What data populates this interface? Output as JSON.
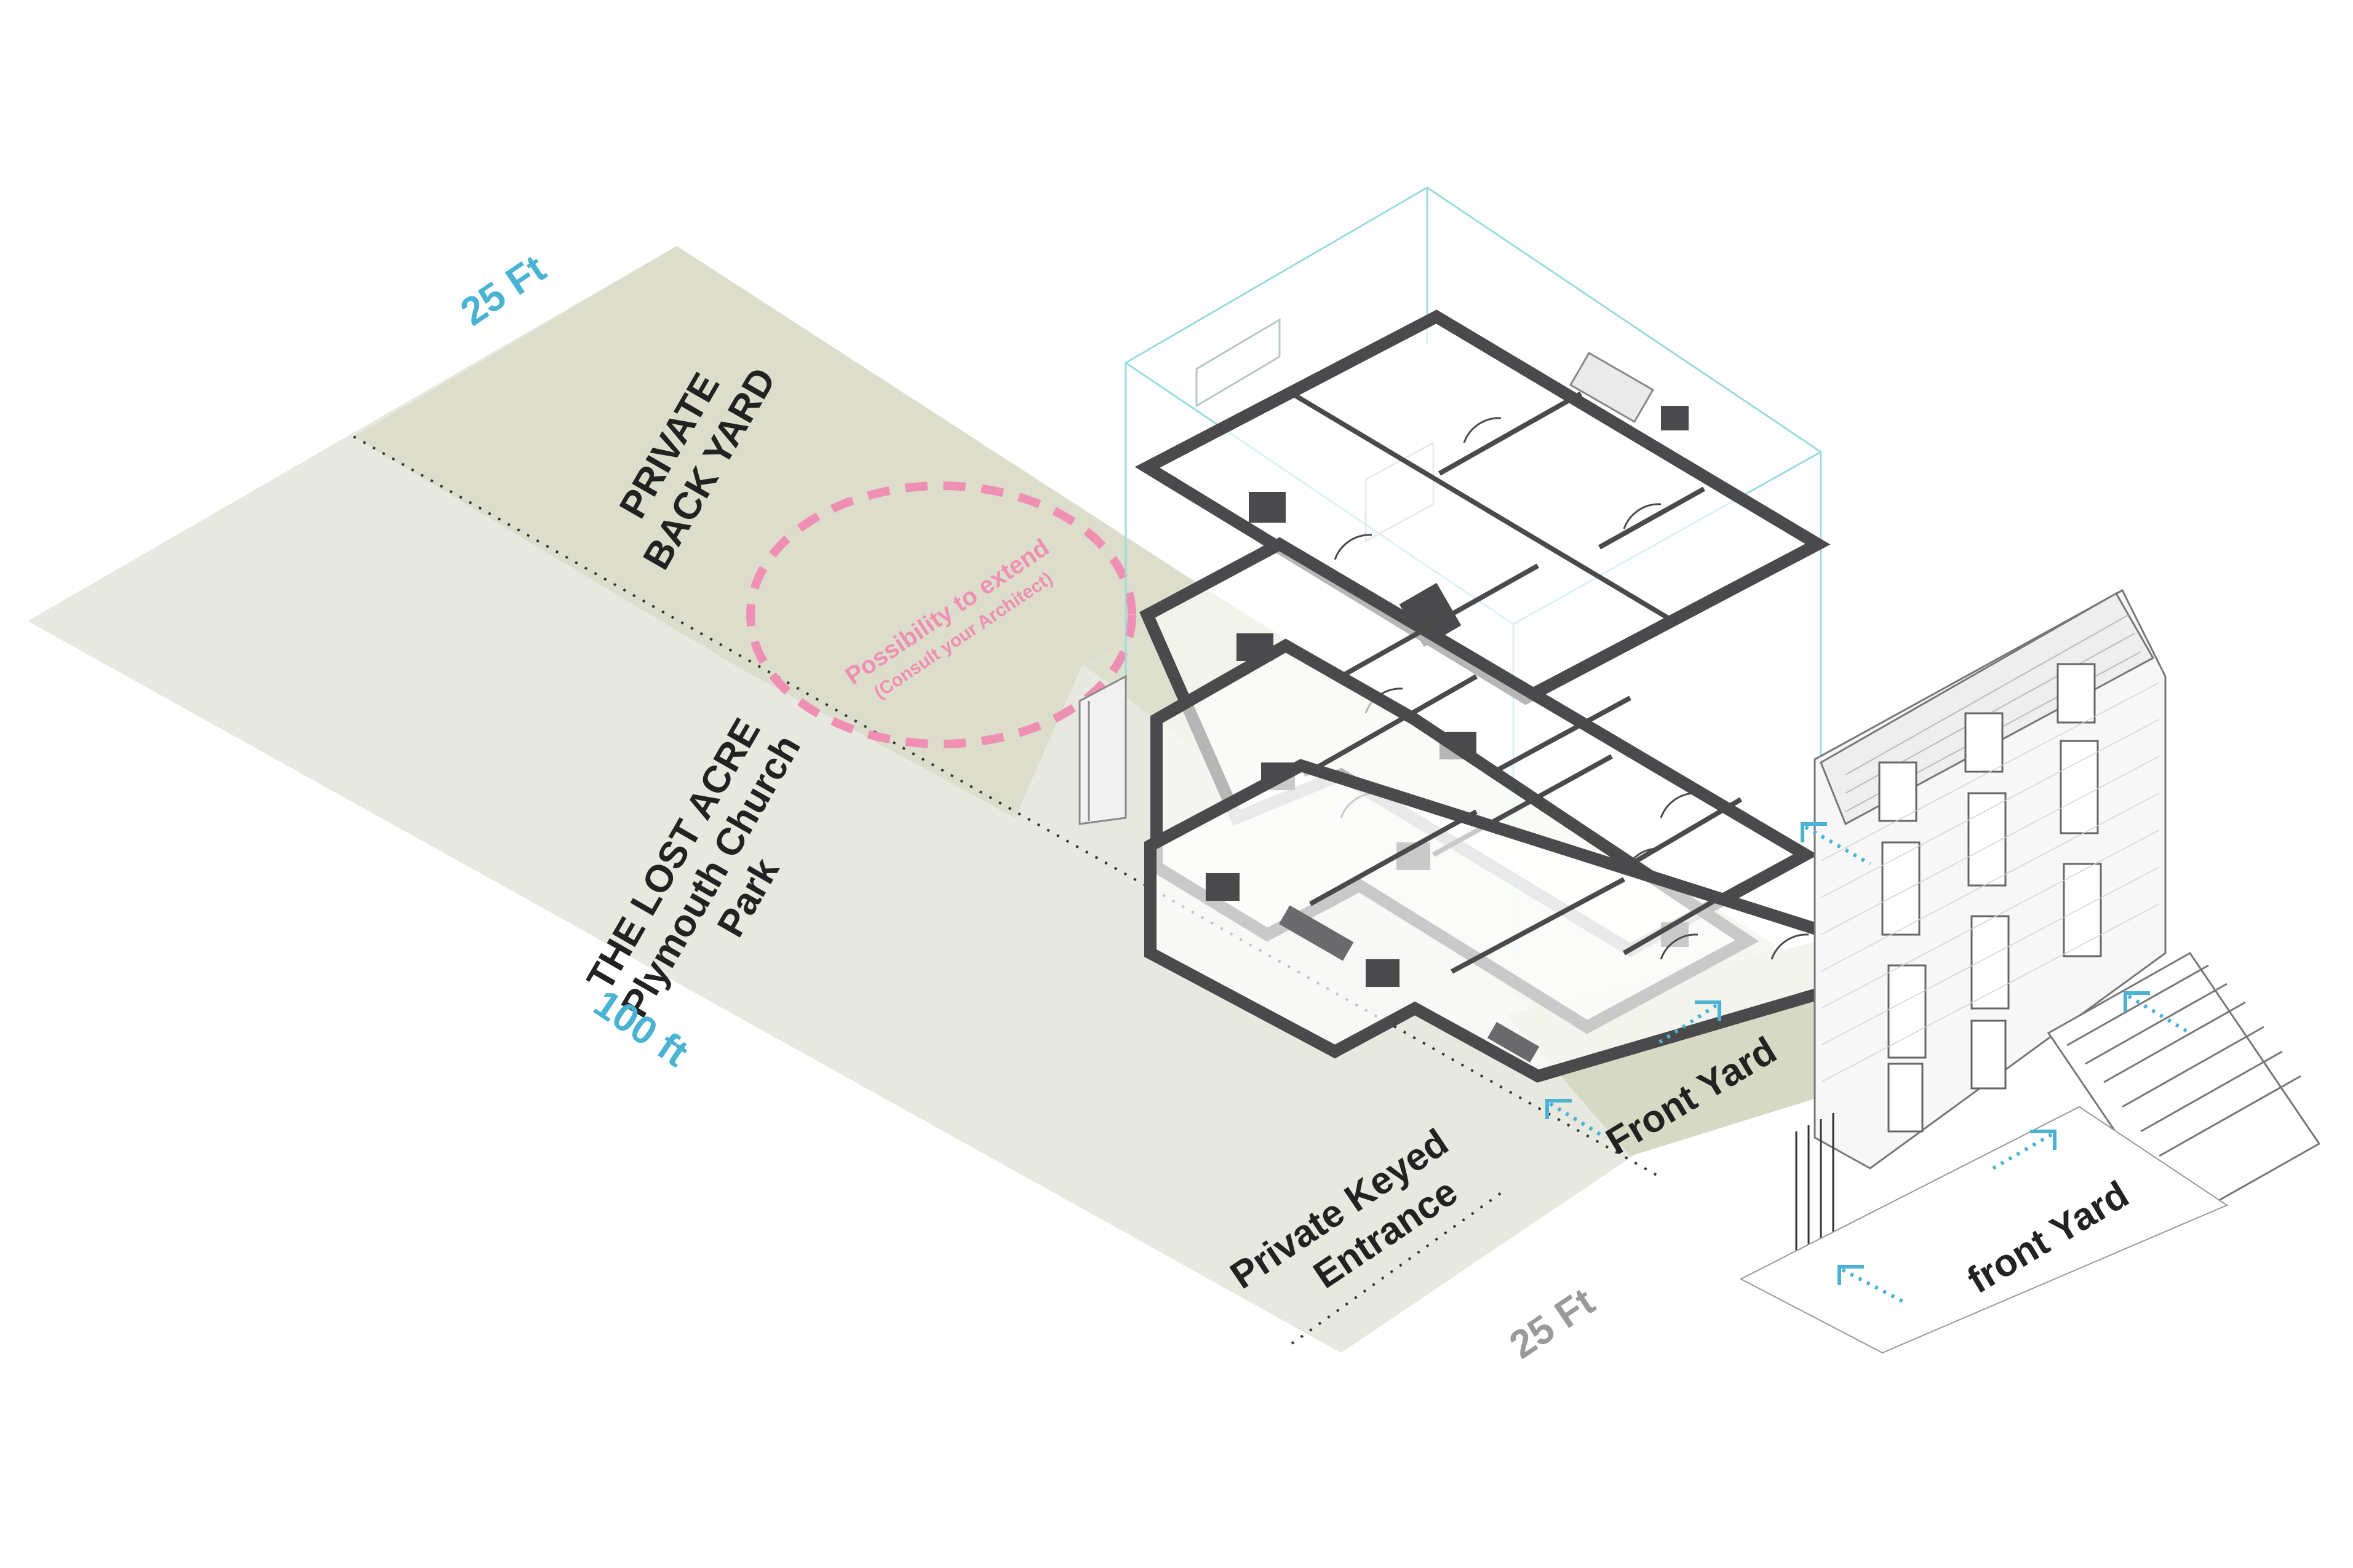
{
  "colors": {
    "lot_fill": "#e7e8df",
    "yard_fill": "#dcdecb",
    "accent_blue": "#4ab3d4",
    "accent_pink": "#ef8fb4",
    "wall_dark": "#4a4a4c",
    "dim_grey": "#9a9a9a",
    "label_dark": "#222222",
    "line_faint": "#9adbe0"
  },
  "labels": {
    "private_back_yard_1": "PRIVATE",
    "private_back_yard_2": "BACK YARD",
    "extension_1": "Possibility to extend",
    "extension_2": "(Consult your Architect)",
    "lost_acre_1": "THE LOST ACRE",
    "lost_acre_2": "Plymouth Church",
    "lost_acre_3": "Park",
    "private_entrance_1": "Private Keyed",
    "private_entrance_2": "Entrance",
    "front_yard_1": "Front Yard",
    "front_yard_2": "front Yard"
  },
  "dimensions": {
    "top_width": "25 Ft",
    "length": "100 ft",
    "bottom_width": "25 Ft"
  },
  "icons": {
    "direction_arrow": "dotted-corner-arrow-icon",
    "extension_zone": "dashed-ellipse-icon"
  }
}
